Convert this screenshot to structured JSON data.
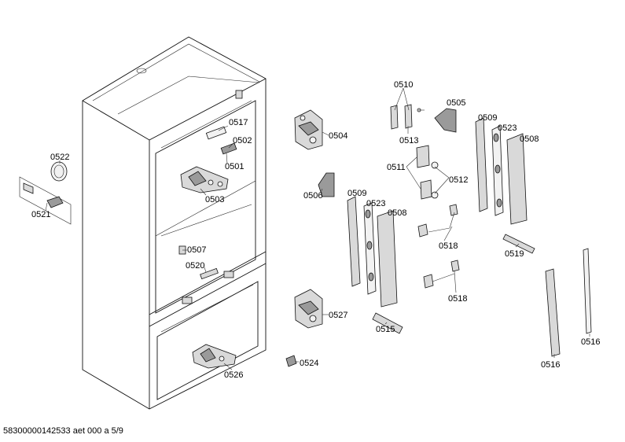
{
  "labels": {
    "l0510": "0510",
    "l0505": "0505",
    "l0513": "0513",
    "l0509a": "0509",
    "l0523a": "0523",
    "l0508a": "0508",
    "l0517": "0517",
    "l0502": "0502",
    "l0501": "0501",
    "l0504": "0504",
    "l0511": "0511",
    "l0512": "0512",
    "l0522": "0522",
    "l0521": "0521",
    "l0503": "0503",
    "l0506": "0506",
    "l0509b": "0509",
    "l0523b": "0523",
    "l0508b": "0508",
    "l0518a": "0518",
    "l0519": "0519",
    "l0507": "0507",
    "l0520": "0520",
    "l0518b": "0518",
    "l0527": "0527",
    "l0515": "0515",
    "l0516a": "0516",
    "l0516b": "0516",
    "l0524": "0524",
    "l0526": "0526"
  },
  "footer": "58300000142533 aet 000 a 5/9"
}
